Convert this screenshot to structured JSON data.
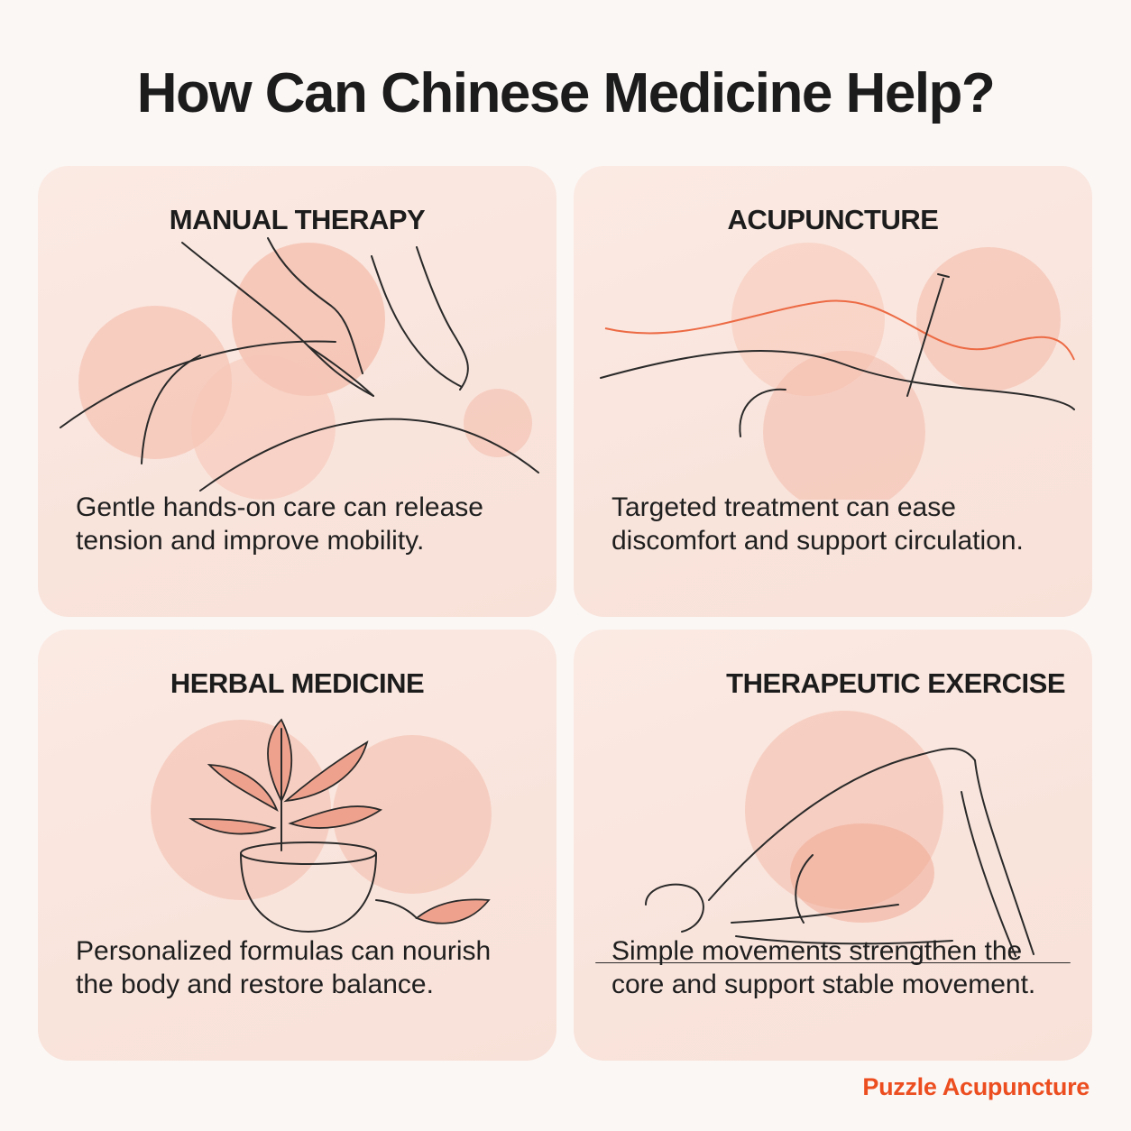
{
  "header": {
    "title": "How Can Chinese Medicine Help?"
  },
  "cards": [
    {
      "title": "MANUAL THERAPY",
      "description": "Gentle hands-on care can release tension and improve mobility."
    },
    {
      "title": "ACUPUNCTURE",
      "description": "Targeted treatment can ease discomfort and support circulation."
    },
    {
      "title": "HERBAL MEDICINE",
      "description": "Personalized formulas can nourish the body and restore balance."
    },
    {
      "title": "THERAPEUTIC EXERCISE",
      "description": "Simple movements strengthen the core and support stable movement."
    }
  ],
  "footer": {
    "brand": "Puzzle Acupuncture"
  },
  "colors": {
    "accent": "#ec4e20",
    "card_bg": "#f9e4dc",
    "blob": "#f4b8a6",
    "page_bg": "#fbf7f5"
  },
  "icons": [
    "massage-hands-illustration",
    "acupuncture-needle-illustration",
    "herbal-bowl-illustration",
    "bridge-exercise-illustration"
  ]
}
